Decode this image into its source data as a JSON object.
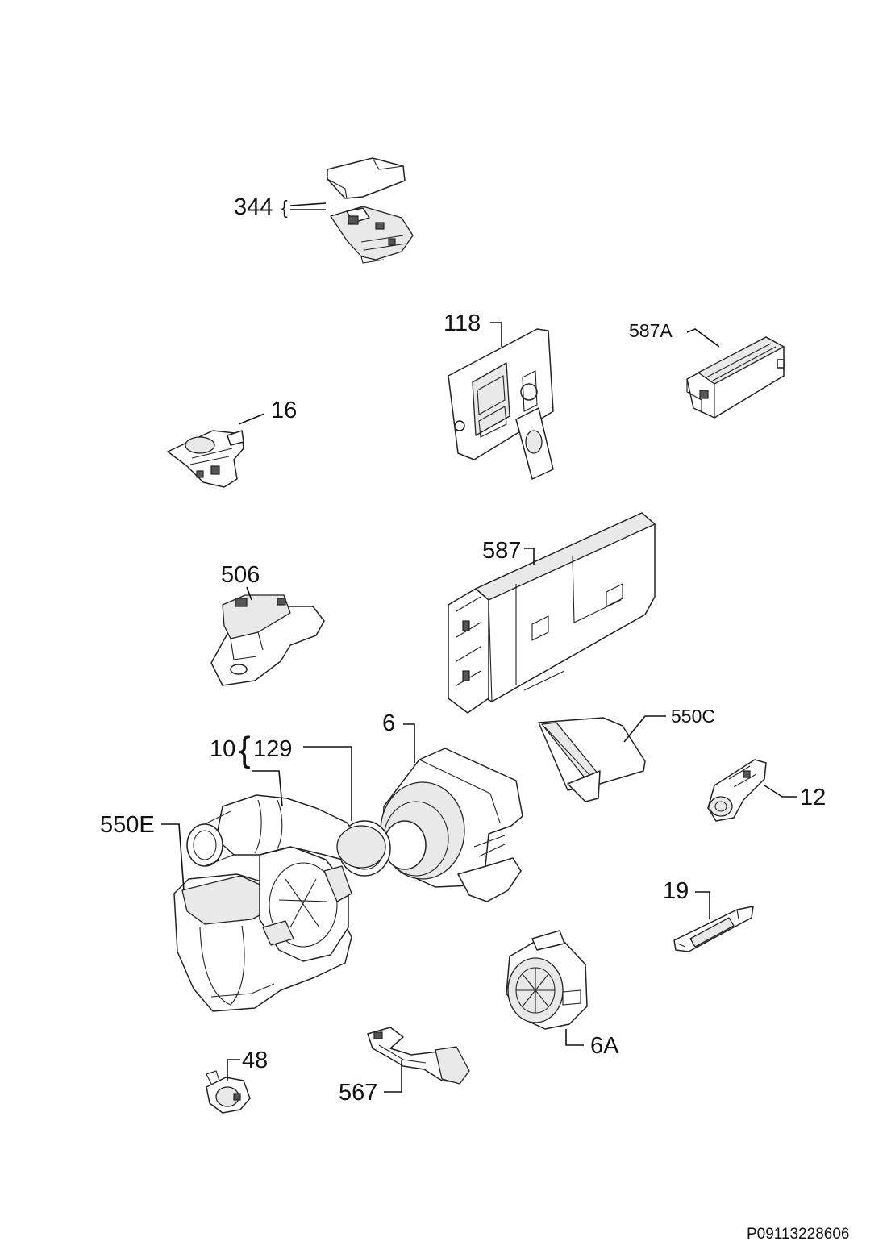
{
  "diagram": {
    "reference_code": "P09113228606",
    "labels": {
      "l344": "344",
      "l118": "118",
      "l587A": "587A",
      "l16": "16",
      "l506": "506",
      "l587": "587",
      "l6": "6",
      "l10": "10",
      "l129": "129",
      "l550C": "550C",
      "l12": "12",
      "l550E": "550E",
      "l19": "19",
      "l48": "48",
      "l567": "567",
      "l6A": "6A"
    }
  }
}
